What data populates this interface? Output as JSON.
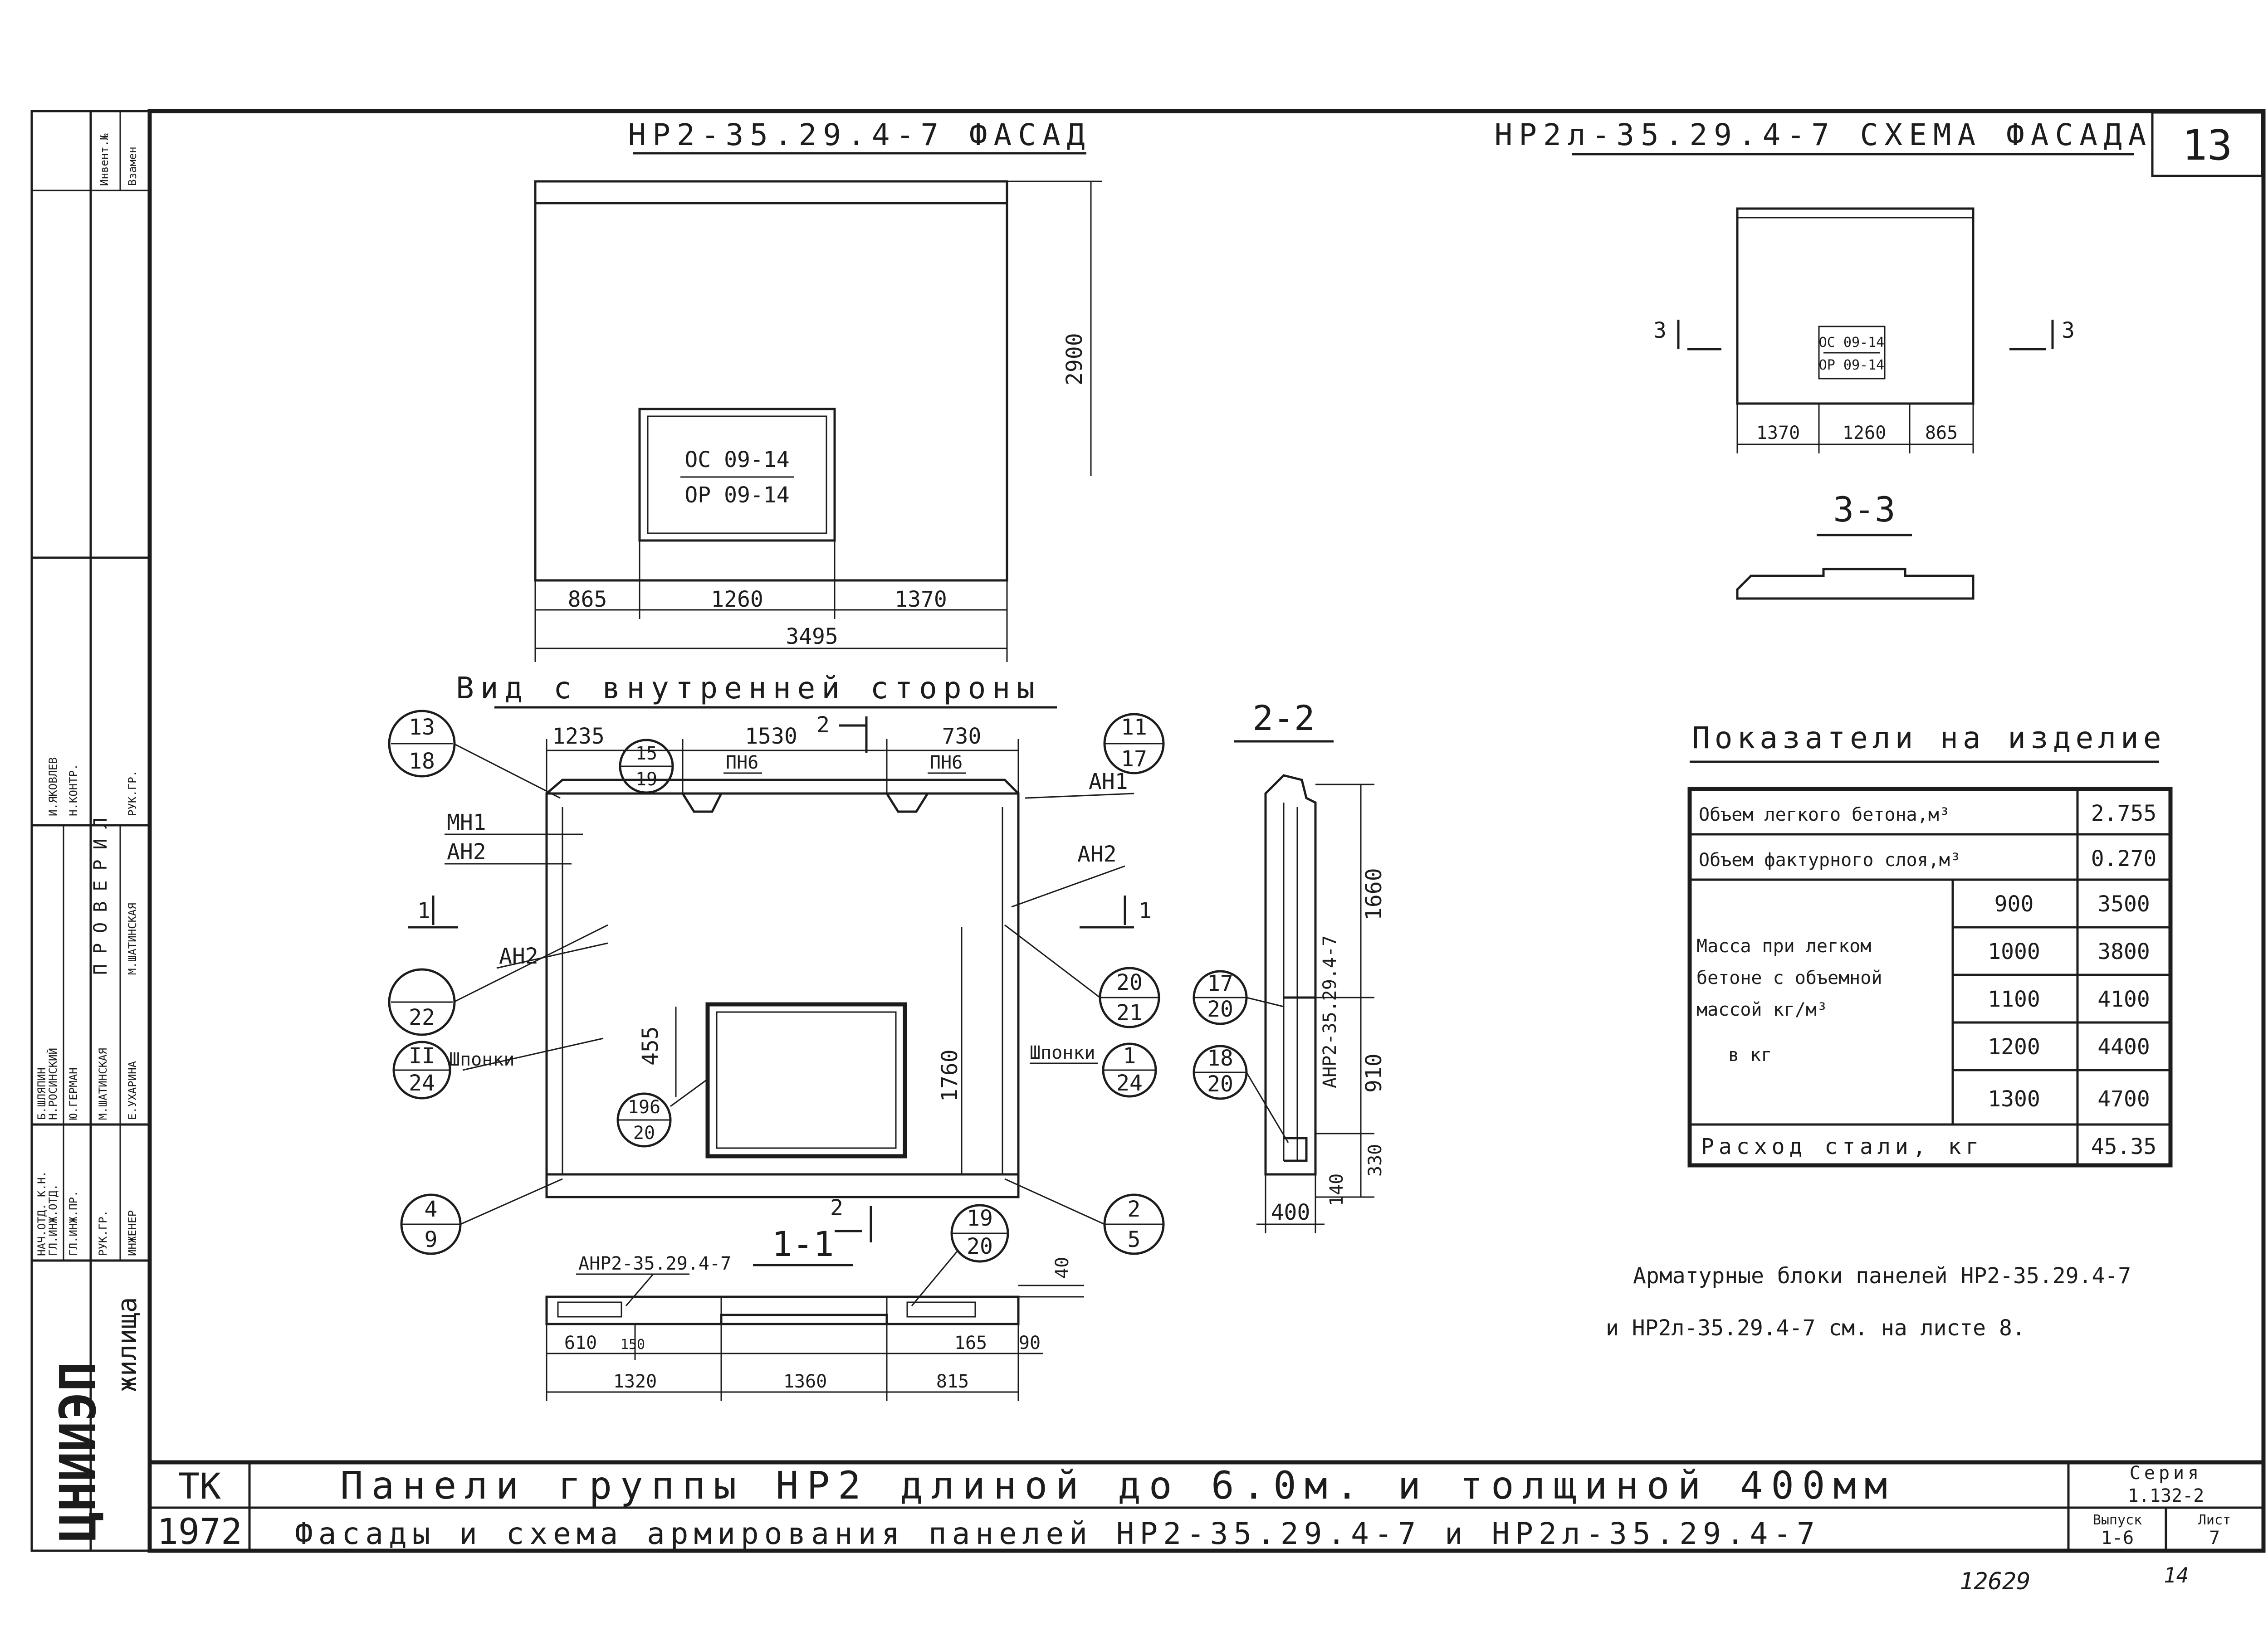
{
  "sheet_number": "13",
  "facade": {
    "title": "НР2-35.29.4-7 ФАСАД",
    "window_labels": [
      "ОС 09-14",
      "ОР 09-14"
    ],
    "height_dim": "2900",
    "dims": [
      "865",
      "1260",
      "1370"
    ],
    "total_dim": "3495"
  },
  "scheme": {
    "title": "НР2л-35.29.4-7 СХЕМА ФАСАДА",
    "window_labels": [
      "ОС 09-14",
      "ОР 09-14"
    ],
    "dims": [
      "1370",
      "1260",
      "865"
    ],
    "cut_left": "3",
    "cut_right": "3",
    "section_title": "3-3"
  },
  "inner_view": {
    "title": "Вид с внутренней стороны",
    "top_dims": [
      "1235",
      "1530",
      "730"
    ],
    "section_mark": "2",
    "labels": {
      "pn6_a": "ПН6",
      "pn6_b": "ПН6",
      "mn1": "МН1",
      "an2_a": "АН2",
      "an2_b": "АН2",
      "an2_c": "АН2",
      "an1": "АН1",
      "shponki_left": "Шпонки",
      "shponki_right": "Шпонки"
    },
    "callouts": {
      "c13_18": [
        "13",
        "18"
      ],
      "c15_19": [
        "15",
        "19"
      ],
      "c11_17": [
        "11",
        "17"
      ],
      "c22": [
        "",
        "22"
      ],
      "c2_24": [
        "II",
        "24"
      ],
      "c196_20": [
        "196",
        "20"
      ],
      "c20_21": [
        "20",
        "21"
      ],
      "c1_24": [
        "1",
        "24"
      ],
      "c4_9": [
        "4",
        "9"
      ],
      "c2_5": [
        "2",
        "5"
      ]
    },
    "side_dims": [
      "455",
      "1760"
    ],
    "cut_left": "1",
    "cut_right": "1"
  },
  "section22": {
    "title": "2-2",
    "label": "АНР2-35.29.4-7",
    "dims": [
      "1660",
      "910",
      "330",
      "140",
      "400"
    ],
    "callouts": {
      "c17_20": [
        "17",
        "20"
      ],
      "c18_20": [
        "18",
        "20"
      ]
    }
  },
  "section11": {
    "title": "1-1",
    "label": "АНР2-35.29.4-7",
    "cut_mark": "2",
    "callout_19_20": [
      "19",
      "20"
    ],
    "dims": [
      "610",
      "150",
      "1320",
      "1360",
      "165",
      "815",
      "90",
      "40"
    ]
  },
  "indicators": {
    "title": "Показатели на изделие",
    "rows": [
      {
        "label": "Объем легкого бетона,м³",
        "value": "2.755"
      },
      {
        "label": "Объем фактурного слоя,м³",
        "value": "0.270"
      }
    ],
    "mass": {
      "label_lines": [
        "Масса при легком",
        "бетоне с объемной",
        "массой кг/м³",
        "в кг"
      ],
      "densities": [
        "900",
        "1000",
        "1100",
        "1200",
        "1300"
      ],
      "values": [
        "3500",
        "3800",
        "4100",
        "4400",
        "4700"
      ]
    },
    "steel": {
      "label": "Расход стали, кг",
      "value": "45.35"
    }
  },
  "note_lines": [
    "Арматурные блоки панелей НР2-35.29.4-7",
    "и НР2л-35.29.4-7 см. на листе 8."
  ],
  "title_block": {
    "org_main": "ЦНИИЭП",
    "org_sub": "жилища",
    "code": "ТК",
    "year": "1972",
    "title_line1": "Панели группы НР2 длиной до 6.0м. и толщиной 400мм",
    "title_line2": "Фасады и схема армирования панелей НР2-35.29.4-7 и НР2л-35.29.4-7",
    "series_label": "Серия",
    "series_value": "1.132-2",
    "issue_label": "Выпуск",
    "issue_value": "1-6",
    "sheet_label": "Лист",
    "sheet_value": "7"
  },
  "left_strip": {
    "signers": [
      {
        "role": "НАЧ.ОТД. К.Н.",
        "name": "Б.ШЛЯПИН"
      },
      {
        "role": "ГЛ.ИНЖ.ОТД.",
        "name": "Н.РОСИНСКИЙ"
      },
      {
        "role": "ГЛ.ИНЖ.ПР.",
        "name": "Ю.ГЕРМАН"
      },
      {
        "role": "РУК.ГР.",
        "name": "М.ШАТИНСКАЯ"
      },
      {
        "role": "ИНЖЕНЕР",
        "name": "Е.УХАРИНА"
      }
    ],
    "checked_label": "ПРОВЕРИЛ",
    "checkers": [
      "И.ЯКОВЛЕВ",
      "М.ШАТИНСКАЯ"
    ],
    "checker_roles": [
      "Н.КОНТР.",
      "РУК.ГР."
    ],
    "stamp_top": "Инвент.№",
    "stamp_top2": "Взамен"
  },
  "footer_numbers": [
    "12629",
    "14"
  ]
}
